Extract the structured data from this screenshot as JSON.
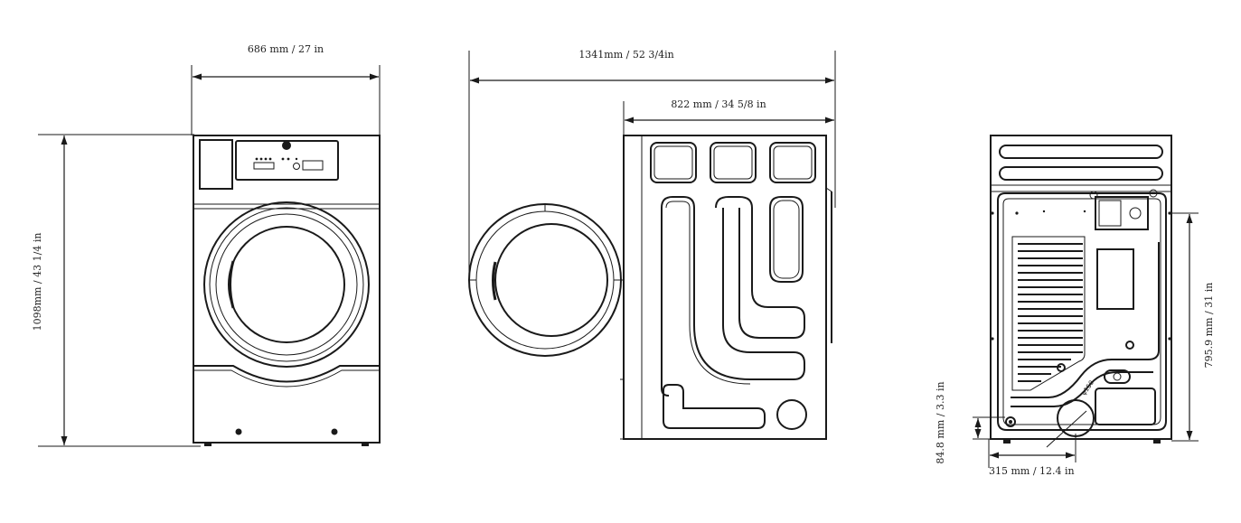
{
  "dimensions": {
    "front_width": "686 mm / 27 in",
    "front_height": "1098mm / 43 1/4 in",
    "side_total_depth": "1341mm / 52 3/4in",
    "side_body_depth": "822 mm / 34 5/8 in",
    "rear_vent_height": "795.9 mm / 31 in",
    "rear_small_height": "84.8 mm / 3.3 in",
    "rear_vent_offset": "315 mm / 12.4 in",
    "rear_vent_diameter": "φ150"
  },
  "views": [
    "front",
    "side",
    "rear"
  ]
}
